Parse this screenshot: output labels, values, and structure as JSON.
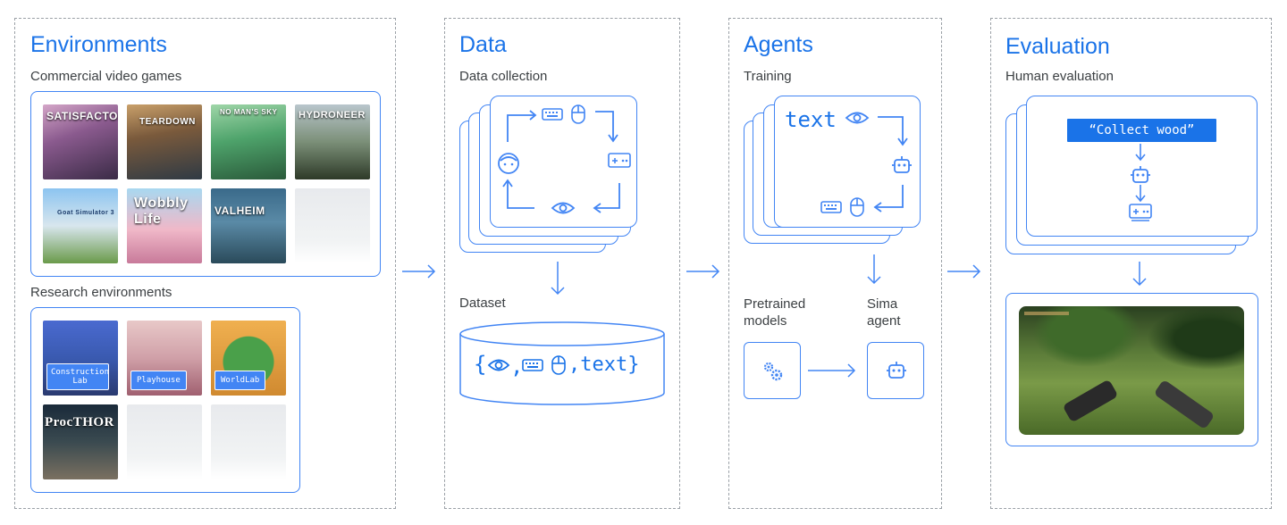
{
  "environments": {
    "title": "Environments",
    "commercial_label": "Commercial video games",
    "games": [
      "SATISFACTORY",
      "TEARDOWN",
      "NO MAN'S SKY",
      "HYDRONEER",
      "Goat Simulator 3",
      "Wobbly Life",
      "VALHEIM"
    ],
    "research_label": "Research environments",
    "research": [
      "Construction Lab",
      "Playhouse",
      "WorldLab",
      "ProcTHOR"
    ]
  },
  "data": {
    "title": "Data",
    "collection_label": "Data collection",
    "dataset_label": "Dataset",
    "dataset_text": ",text}"
  },
  "agents": {
    "title": "Agents",
    "training_label": "Training",
    "text_token": "text",
    "pretrained_label": "Pretrained models",
    "sima_label": "Sima agent"
  },
  "evaluation": {
    "title": "Evaluation",
    "human_label": "Human evaluation",
    "instruction": "“Collect wood”"
  },
  "colors": {
    "accent": "#1a73e8",
    "line": "#4285f4",
    "dash": "#9aa0a6"
  }
}
